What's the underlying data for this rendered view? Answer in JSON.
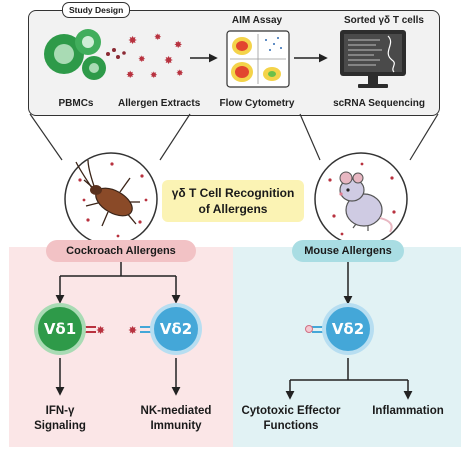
{
  "study_design": {
    "tag": "Study Design",
    "steps": [
      {
        "label": "PBMCs"
      },
      {
        "label": "Allergen Extracts"
      },
      {
        "label": "Flow Cytometry",
        "top_label": "AIM Assay"
      },
      {
        "label": "scRNA Sequencing",
        "top_label": "Sorted γδ T cells"
      }
    ]
  },
  "title": {
    "line1": "γδ T Cell Recognition",
    "line2": "of Allergens"
  },
  "left_branch": {
    "header": "Cockroach Allergens",
    "cells": [
      {
        "name": "Vδ1",
        "outcome_line1": "IFN-γ",
        "outcome_line2": "Signaling"
      },
      {
        "name": "Vδ2",
        "outcome_line1": "NK-mediated",
        "outcome_line2": "Immunity"
      }
    ]
  },
  "right_branch": {
    "header": "Mouse Allergens",
    "cell": {
      "name": "Vδ2"
    },
    "outcomes": [
      {
        "line1": "Cytotoxic Effector",
        "line2": "Functions"
      },
      {
        "line1": "Inflammation",
        "line2": ""
      }
    ]
  },
  "colors": {
    "cockroach_panel": "#fbe6e7",
    "mouse_panel": "#e1f2f4",
    "vd1_green": "#2e9a49",
    "vd2_blue": "#44a7d8",
    "title_yellow": "#fbf3b4"
  },
  "icons": [
    "pbmc-cells-icon",
    "allergen-particles-icon",
    "flow-cytometry-plot-icon",
    "sequencing-monitor-icon",
    "cockroach-icon",
    "mouse-icon"
  ]
}
